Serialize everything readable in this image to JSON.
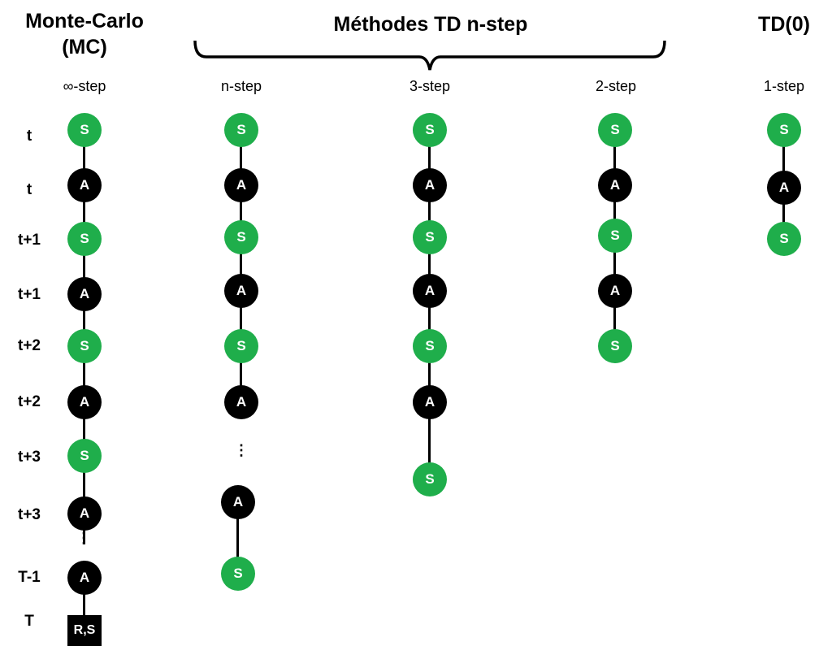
{
  "headers": {
    "mc_line1": "Monte-Carlo",
    "mc_line2": "(MC)",
    "td_nstep": "Méthodes TD n-step",
    "td0": "TD(0)"
  },
  "columns": {
    "inf": "∞-step",
    "n": "n-step",
    "three": "3-step",
    "two": "2-step",
    "one": "1-step"
  },
  "row_labels": [
    "t",
    "t",
    "t+1",
    "t+1",
    "t+2",
    "t+2",
    "t+3",
    "t+3",
    "T-1",
    "T"
  ],
  "node_labels": {
    "state": "S",
    "action": "A",
    "terminal": "R,S"
  },
  "ellipsis": "⋮",
  "colors": {
    "state": "#1fae4b",
    "action": "#000000"
  }
}
